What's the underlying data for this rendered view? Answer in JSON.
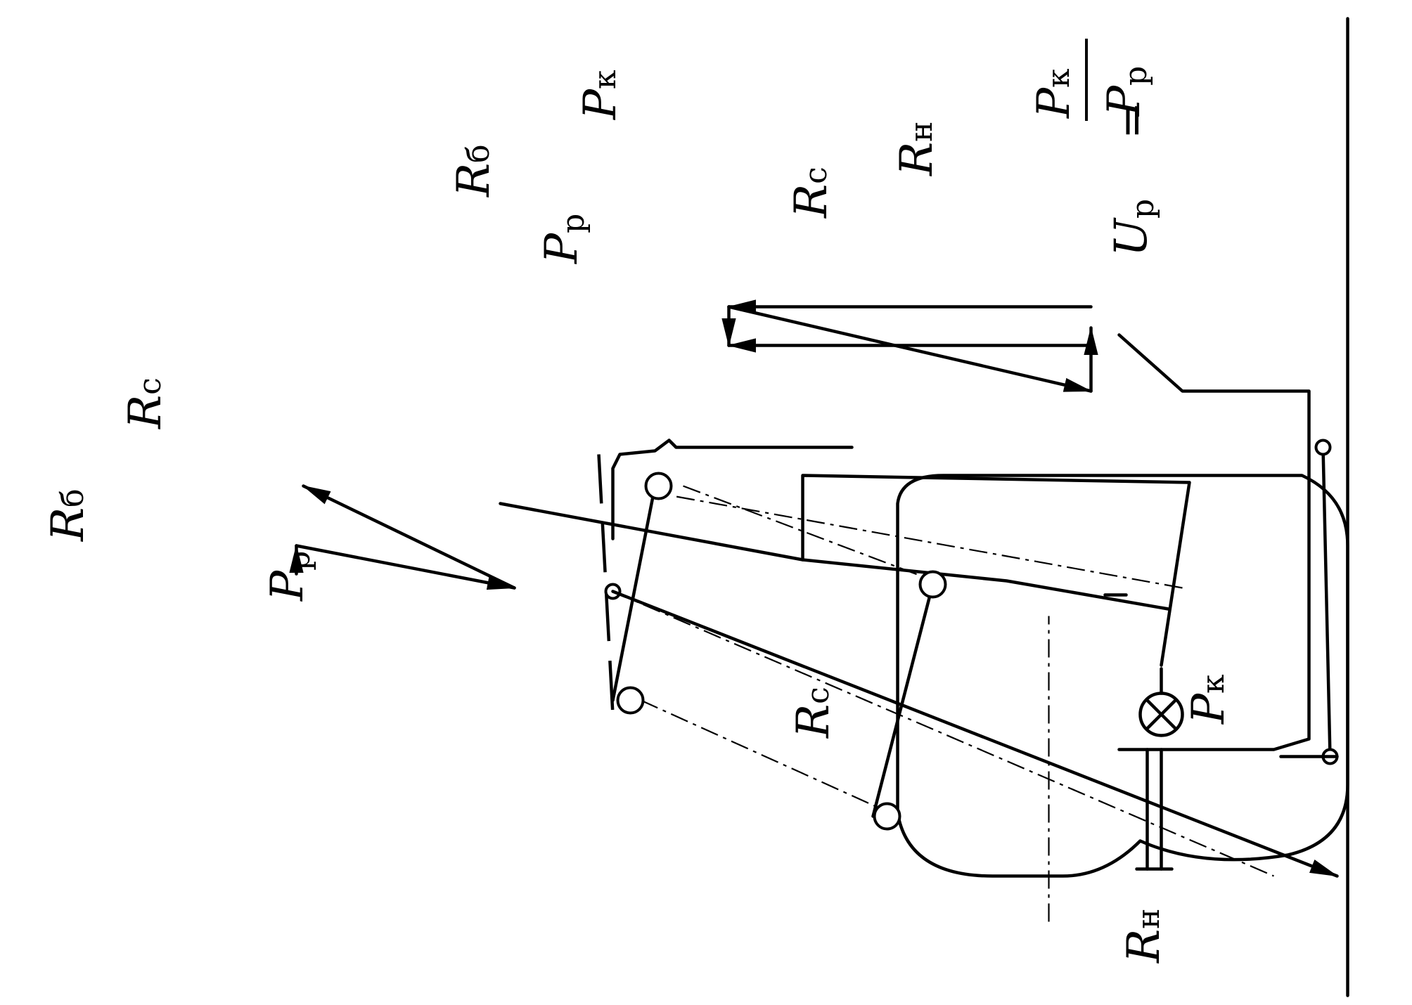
{
  "labels": {
    "R": "R",
    "P": "P",
    "U": "U",
    "sub_b": "б",
    "sub_c": "с",
    "sub_n": "н",
    "sub_p": "р",
    "sub_k": "к",
    "equals": "="
  }
}
